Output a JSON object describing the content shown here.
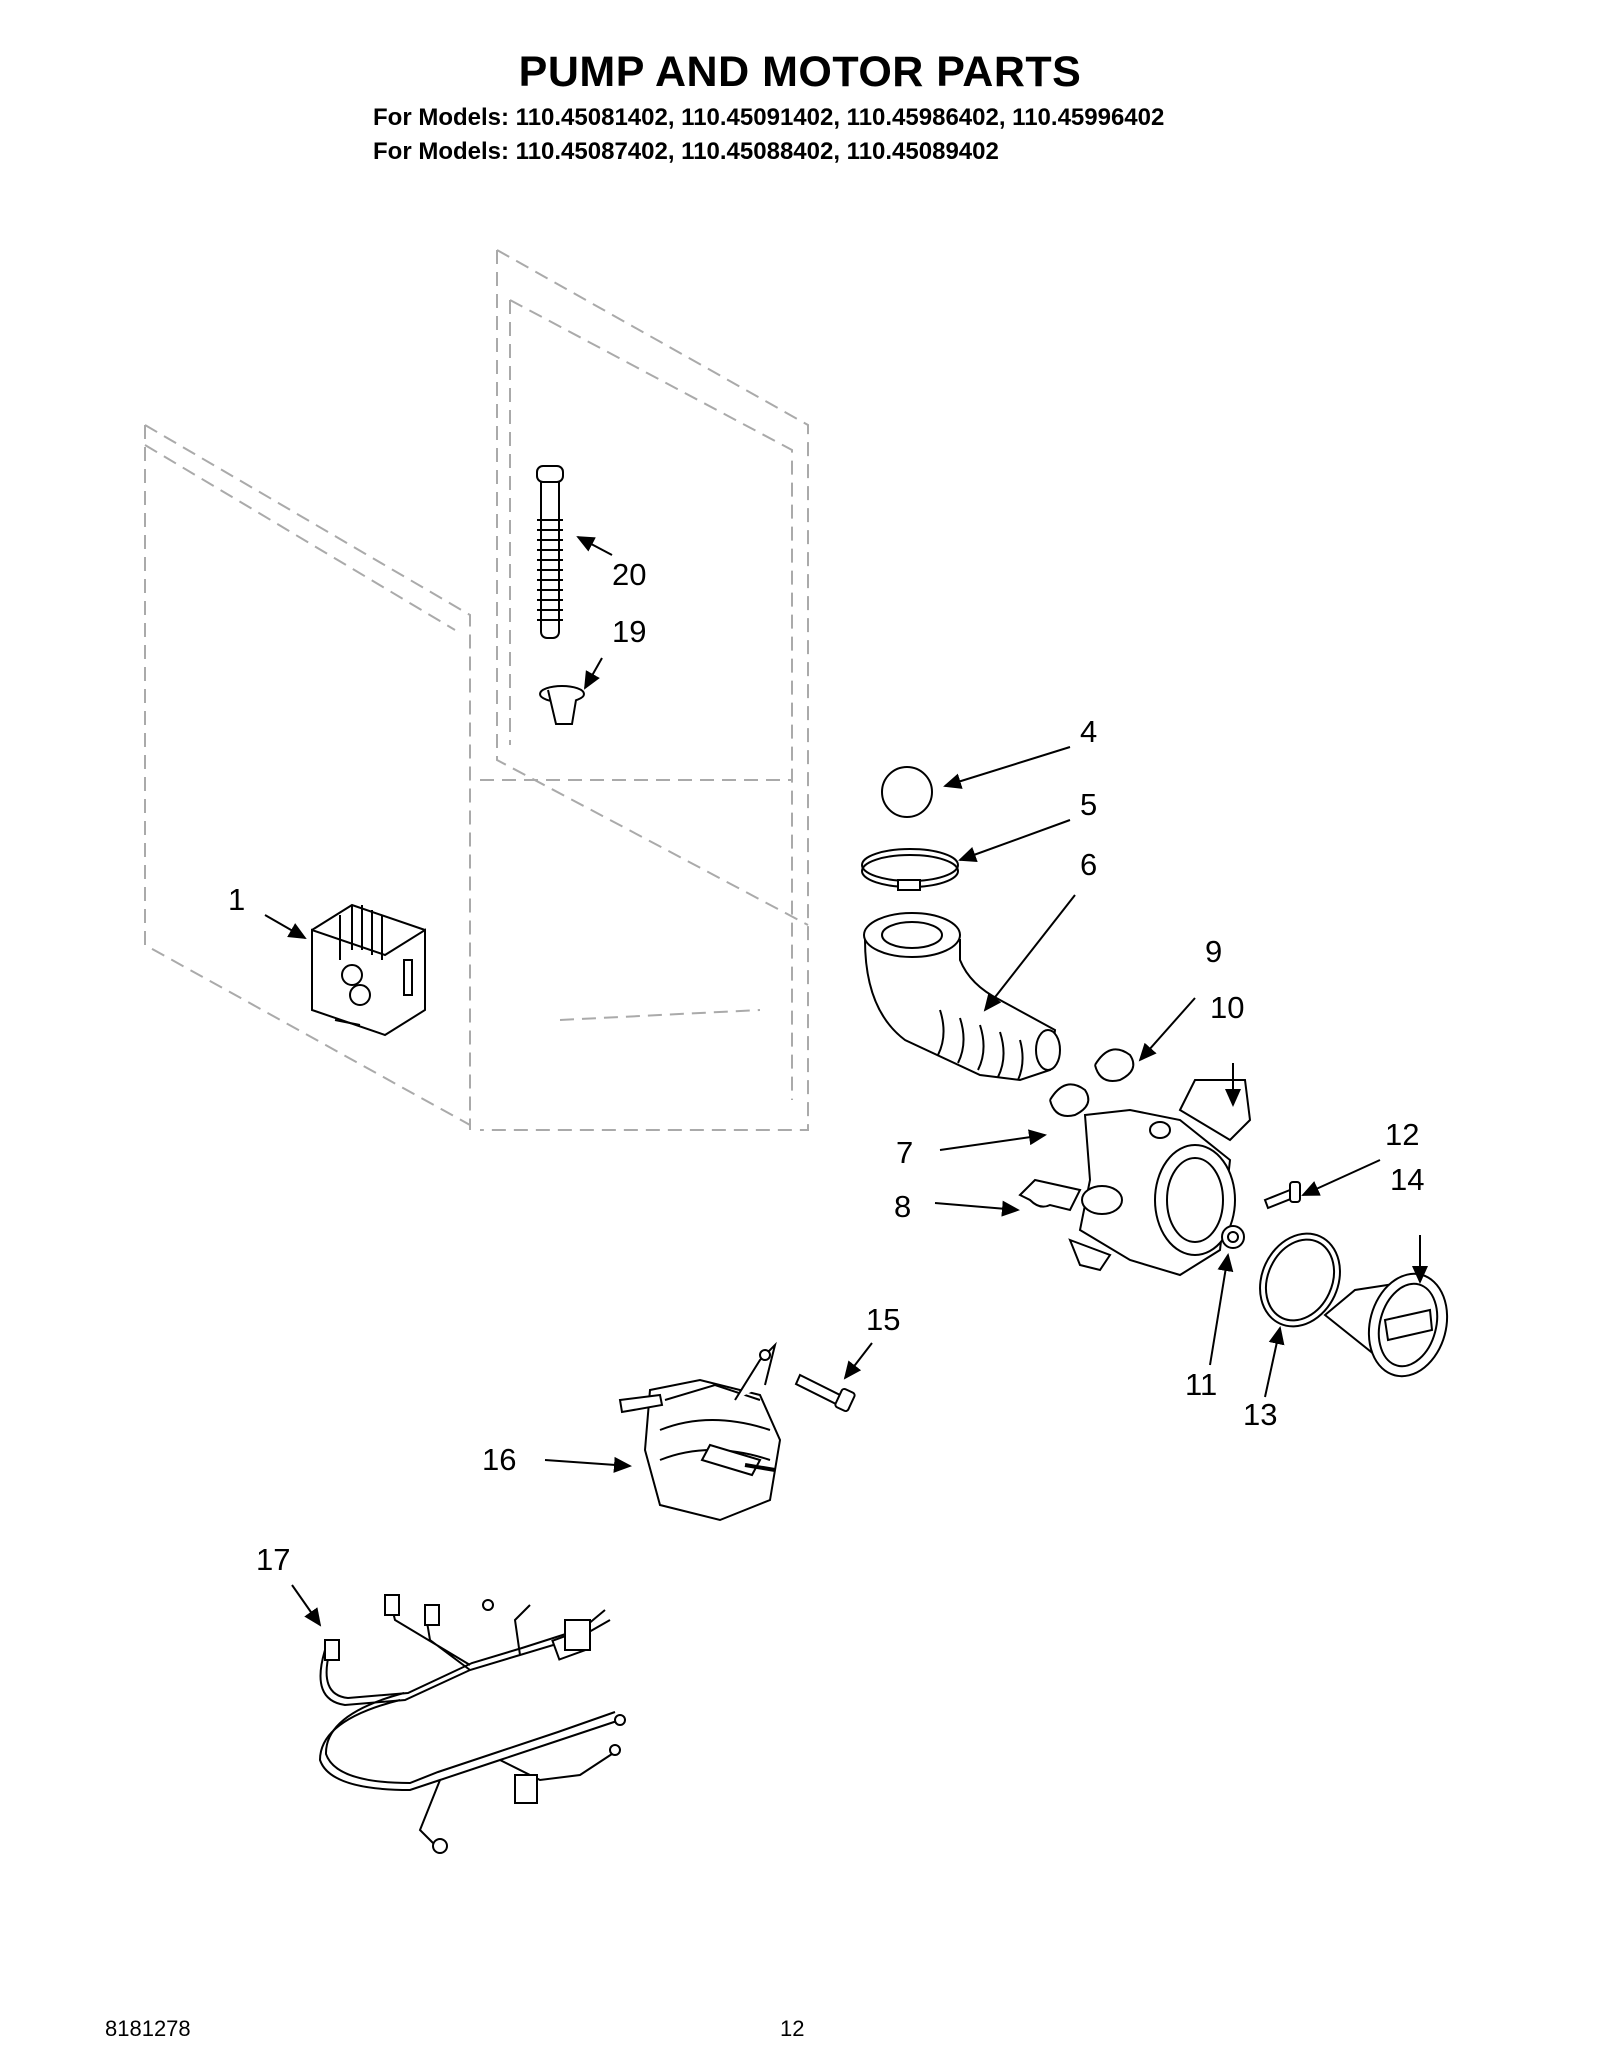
{
  "page": {
    "title": "PUMP AND MOTOR PARTS",
    "models_line_1": "For Models: 110.45081402, 110.45091402, 110.45986402, 110.45996402",
    "models_line_2": "For Models: 110.45087402, 110.45088402, 110.45089402",
    "doc_number": "8181278",
    "page_number": "12"
  },
  "callouts": {
    "p1": "1",
    "p4": "4",
    "p5": "5",
    "p6": "6",
    "p7": "7",
    "p8": "8",
    "p9": "9",
    "p10": "10",
    "p11": "11",
    "p12": "12",
    "p13": "13",
    "p14": "14",
    "p15": "15",
    "p16": "16",
    "p17": "17",
    "p19": "19",
    "p20": "20"
  }
}
